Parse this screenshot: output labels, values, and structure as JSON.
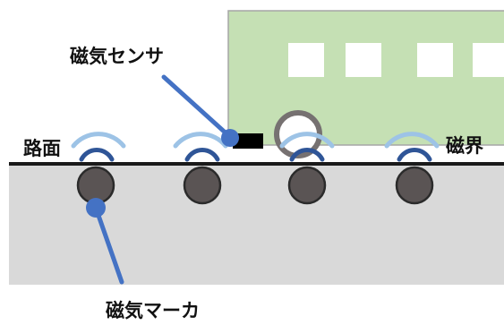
{
  "labels": {
    "magnetic_sensor": "磁気センサ",
    "road_surface": "路面",
    "magnetic_field": "磁界",
    "magnetic_marker": "磁気マーカ"
  },
  "colors": {
    "vehicle_body": "#c5e0b4",
    "vehicle_outline": "#a6a6a6",
    "window": "#ffffff",
    "road": "#d9d9d9",
    "road_line": "#1a1a1a",
    "marker_fill": "#5a5454",
    "marker_outline": "#2b2b2b",
    "field_outer": "#9dc3e6",
    "field_inner": "#2f5597",
    "pointer": "#4472c4",
    "sensor": "#000000",
    "wheel": "#767171"
  },
  "scene": {
    "marker_count": 4,
    "vehicle_window_count": 4
  }
}
